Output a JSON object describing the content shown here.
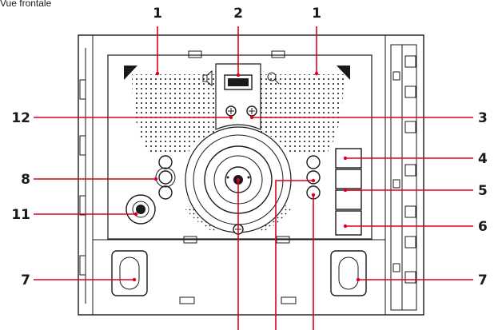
{
  "title": "Vue frontale",
  "callouts": [
    {
      "id": "c1a",
      "label": "1"
    },
    {
      "id": "c2",
      "label": "2"
    },
    {
      "id": "c1b",
      "label": "1"
    },
    {
      "id": "c12",
      "label": "12"
    },
    {
      "id": "c3",
      "label": "3"
    },
    {
      "id": "c4",
      "label": "4"
    },
    {
      "id": "c8",
      "label": "8"
    },
    {
      "id": "c5",
      "label": "5"
    },
    {
      "id": "c11",
      "label": "11"
    },
    {
      "id": "c6",
      "label": "6"
    },
    {
      "id": "c7a",
      "label": "7"
    },
    {
      "id": "c7b",
      "label": "7"
    }
  ],
  "colors": {
    "leader": "#e0001a",
    "outline": "#1a1a1a"
  }
}
